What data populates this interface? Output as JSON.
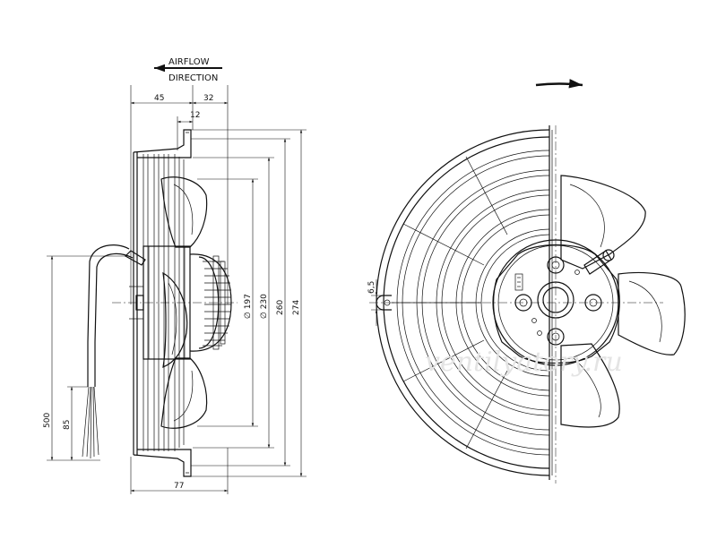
{
  "airflow_label": "AIRFLOW",
  "direction_label": "DIRECTION",
  "dimensions": {
    "d45": "45",
    "d32": "32",
    "d12": "12",
    "d77": "77",
    "d197": "∅ 197",
    "d230": "∅ 230",
    "d260": "260",
    "d274": "274",
    "d500": "500",
    "d85": "85",
    "d65": "6,5"
  },
  "watermark": "ventilyatory.ru"
}
